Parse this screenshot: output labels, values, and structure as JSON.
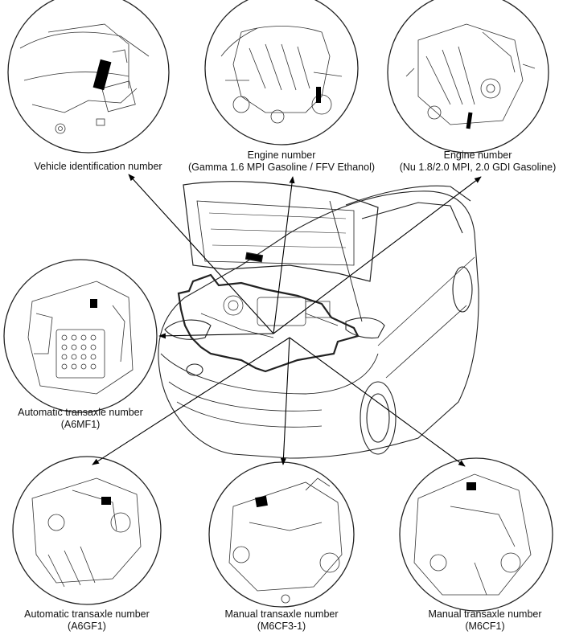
{
  "labels": {
    "vin": {
      "line1": "Vehicle identification number"
    },
    "engine_gamma": {
      "line1": "Engine number",
      "line2": "(Gamma 1.6 MPI Gasoline / FFV Ethanol)"
    },
    "engine_nu": {
      "line1": "Engine number",
      "line2": "(Nu 1.8/2.0 MPI, 2.0 GDI Gasoline)"
    },
    "at_a6mf1": {
      "line1": "Automatic transaxle number",
      "line2": "(A6MF1)"
    },
    "at_a6gf1": {
      "line1": "Automatic transaxle number",
      "line2": "(A6GF1)"
    },
    "mt_m6cf3": {
      "line1": "Manual transaxle number",
      "line2": "(M6CF3-1)"
    },
    "mt_m6cf1": {
      "line1": "Manual transaxle number",
      "line2": "(M6CF1)"
    }
  }
}
